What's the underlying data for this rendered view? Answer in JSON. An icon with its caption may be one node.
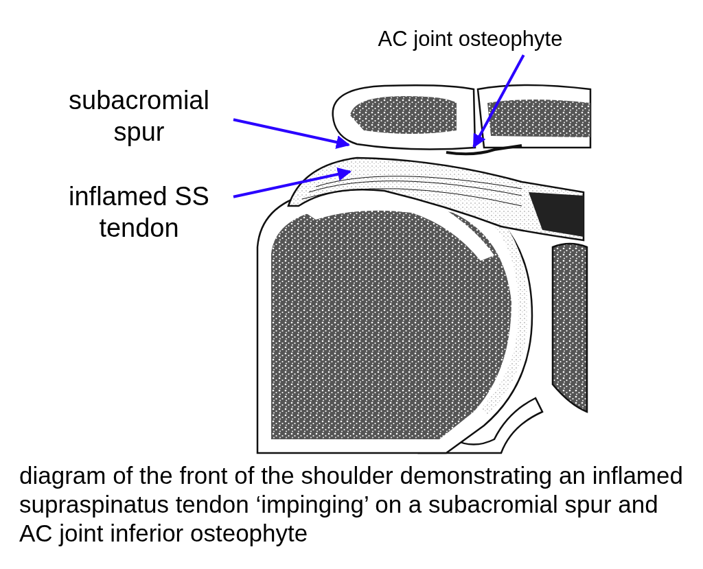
{
  "diagram": {
    "caption": "diagram of the front of the shoulder demonstrating an inflamed supraspinatus tendon ‘impinging’ on a subacromial spur and AC joint inferior osteophyte",
    "nodes": [
      {
        "text": [
          "AC joint osteophyte"
        ]
      },
      {
        "text": [
          "subacromial spur"
        ]
      },
      {
        "text": [
          "inflamed SS tendon"
        ]
      }
    ],
    "edges": [
      {
        "from": 0,
        "to": null,
        "arrow": "to"
      },
      {
        "from": 1,
        "to": null,
        "arrow": "to"
      },
      {
        "from": 2,
        "to": null,
        "arrow": "to"
      }
    ]
  }
}
